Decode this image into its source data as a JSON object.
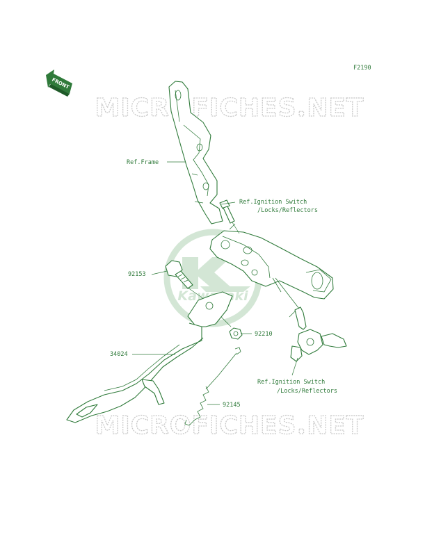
{
  "diagram_code": "F2190",
  "front_marker": "FRONT",
  "watermark": {
    "site_text": "MICROFICHES.NET",
    "logo_text": "Kawasaki",
    "logo_color": "#d3e6d5"
  },
  "colors": {
    "line": "#2f7a3a",
    "watermark": "#c9c9c9"
  },
  "callouts": {
    "ref_frame": "Ref.Frame",
    "ref_ignition_top_line1": "Ref.Ignition Switch",
    "ref_ignition_top_line2": "/Locks/Reflectors",
    "bolt": "92153",
    "nut": "92210",
    "side_stand": "34024",
    "spring": "92145",
    "ref_ignition_bottom_line1": "Ref.Ignition Switch",
    "ref_ignition_bottom_line2": "/Locks/Reflectors"
  }
}
